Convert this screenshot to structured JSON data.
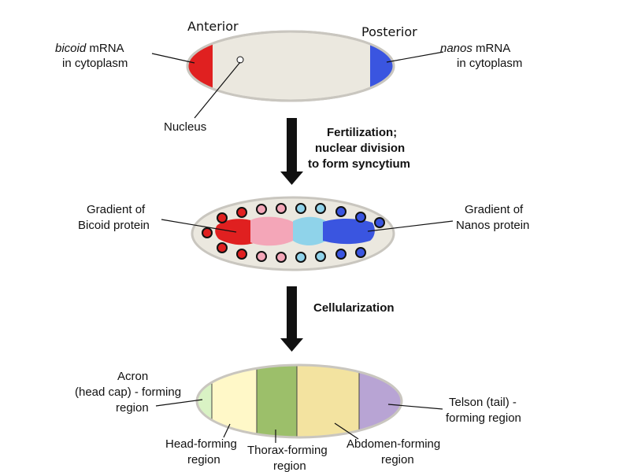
{
  "stage1": {
    "anterior": "Anterior",
    "posterior": "Posterior",
    "bicoid_italic": "bicoid",
    "bicoid_rest": " mRNA",
    "bicoid_line2": "in cytoplasm",
    "nanos_italic": "nanos",
    "nanos_rest": " mRNA",
    "nanos_line2": "in cytoplasm",
    "nucleus": "Nucleus"
  },
  "arrow1": {
    "line1": "Fertilization;",
    "line2": "nuclear division",
    "line3": "to form syncytium"
  },
  "stage2": {
    "bicoid_line1": "Gradient of",
    "bicoid_line2": "Bicoid protein",
    "nanos_line1": "Gradient of",
    "nanos_line2": "Nanos protein"
  },
  "arrow2": {
    "label": "Cellularization"
  },
  "stage3": {
    "acron_line1": "Acron",
    "acron_line2": "(head cap) - forming",
    "acron_line3": "region",
    "head_line1": "Head-forming",
    "head_line2": "region",
    "thorax_line1": "Thorax-forming",
    "thorax_line2": "region",
    "abdomen_line1": "Abdomen-forming",
    "abdomen_line2": "region",
    "telson_line1": "Telson (tail) -",
    "telson_line2": "forming region"
  },
  "colors": {
    "embryo_fill": "#ebe8df",
    "embryo_stroke": "#c9c6bf",
    "bicoid_red": "#e02020",
    "nanos_blue": "#3a55e0",
    "pink": "#f4a6b8",
    "light_blue": "#8fd3ea",
    "acron": "#d9f2c4",
    "head": "#fff8c8",
    "thorax": "#9cbf6a",
    "abdomen": "#f3e3a0",
    "telson": "#b8a4d4"
  }
}
